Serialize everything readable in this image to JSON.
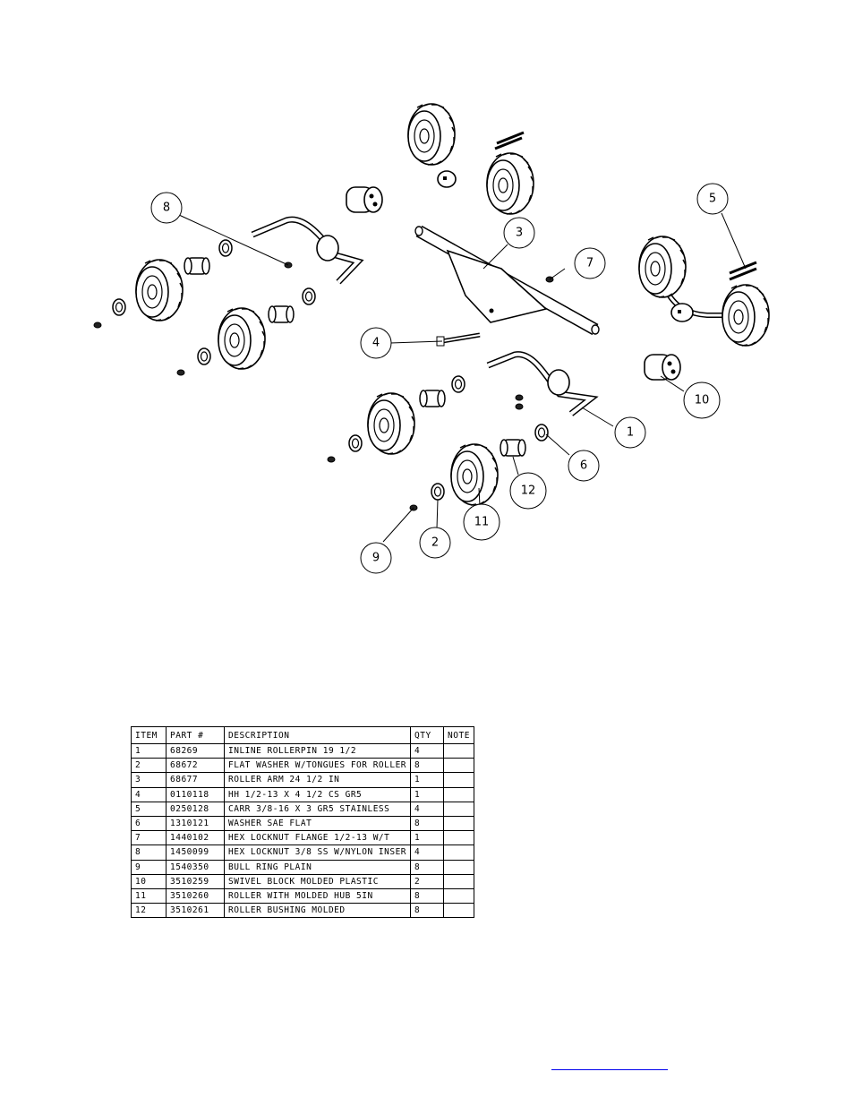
{
  "balloons": [
    "1",
    "2",
    "3",
    "4",
    "5",
    "6",
    "7",
    "8",
    "9",
    "10",
    "11",
    "12"
  ],
  "bom": {
    "headers": {
      "item": "ITEM",
      "part": "PART #",
      "description": "DESCRIPTION",
      "qty": "QTY",
      "note": "NOTE"
    },
    "rows": [
      {
        "item": "1",
        "part": "68269",
        "description": "INLINE ROLLERPIN 19 1/2",
        "qty": "4",
        "note": ""
      },
      {
        "item": "2",
        "part": "68672",
        "description": "FLAT WASHER W/TONGUES FOR ROLLER",
        "qty": "8",
        "note": ""
      },
      {
        "item": "3",
        "part": "68677",
        "description": "ROLLER ARM   24 1/2 IN",
        "qty": "1",
        "note": ""
      },
      {
        "item": "4",
        "part": "0110118",
        "description": "HH 1/2-13 X 4 1/2 CS GR5",
        "qty": "1",
        "note": ""
      },
      {
        "item": "5",
        "part": "0250128",
        "description": "CARR 3/8-16 X 3 GR5 STAINLESS",
        "qty": "4",
        "note": ""
      },
      {
        "item": "6",
        "part": "1310121",
        "description": "WASHER SAE FLAT",
        "qty": "8",
        "note": ""
      },
      {
        "item": "7",
        "part": "1440102",
        "description": "HEX LOCKNUT FLANGE 1/2-13 W/T",
        "qty": "1",
        "note": ""
      },
      {
        "item": "8",
        "part": "1450099",
        "description": "HEX LOCKNUT 3/8 SS W/NYLON INSER",
        "qty": "4",
        "note": ""
      },
      {
        "item": "9",
        "part": "1540350",
        "description": "BULL RING PLAIN",
        "qty": "8",
        "note": ""
      },
      {
        "item": "10",
        "part": "3510259",
        "description": "SWIVEL BLOCK MOLDED PLASTIC",
        "qty": "2",
        "note": ""
      },
      {
        "item": "11",
        "part": "3510260",
        "description": "ROLLER WITH MOLDED HUB  5IN",
        "qty": "8",
        "note": ""
      },
      {
        "item": "12",
        "part": "3510261",
        "description": "ROLLER BUSHING MOLDED",
        "qty": "8",
        "note": ""
      }
    ]
  }
}
